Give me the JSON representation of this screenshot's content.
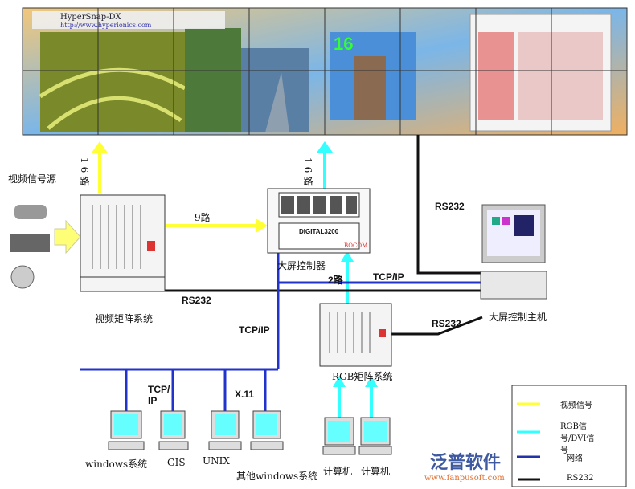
{
  "wall": {
    "overlay_title": "HyperSnap-DX",
    "overlay_url": "http://www.hyperionics.com",
    "channel_number": "16"
  },
  "labels": {
    "video_source": "视频信号源",
    "yellow_16": "16路",
    "cyan_16": "16路",
    "nine_way": "9路",
    "two_way": "2路",
    "video_matrix": "视频矩阵系统",
    "controller": "大屏控制器",
    "controller_model": "DIGITAL3200",
    "controller_brand": "BOCOM",
    "rgb_matrix": "RGB矩阵系统",
    "host": "大屏控制主机",
    "rs232_top": "RS232",
    "rs232_left": "RS232",
    "rs232_right": "RS232",
    "tcpip_top": "TCP/IP",
    "tcpip_mid": "TCP/IP",
    "tcpip_bottom": "TCP/IP",
    "x11": "X.11"
  },
  "computers": [
    "windows系统",
    "GIS",
    "UNIX",
    "其他windows系统",
    "计算机",
    "计算机"
  ],
  "legend": [
    {
      "label": "视频信号",
      "color": "#ffff33"
    },
    {
      "label": "RGB信号/DVI信号",
      "color": "#33ffff"
    },
    {
      "label": "网络",
      "color": "#2233aa"
    },
    {
      "label": "RS232",
      "color": "#111111"
    }
  ],
  "watermark": {
    "brand": "泛普软件",
    "url": "www.fanpusoft.com"
  }
}
